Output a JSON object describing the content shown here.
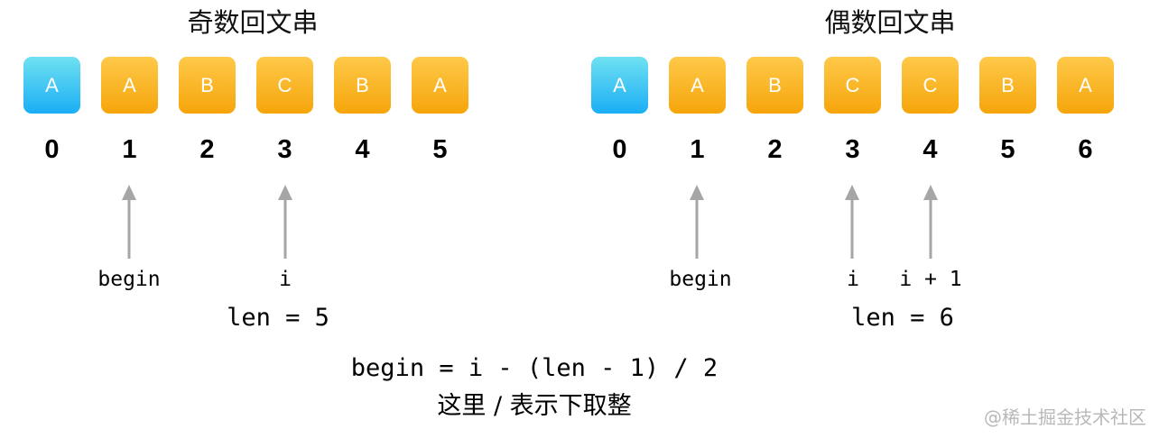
{
  "odd": {
    "title": "奇数回文串",
    "cells": [
      "A",
      "A",
      "B",
      "C",
      "B",
      "A"
    ],
    "highlight_index": 0,
    "indices": [
      "0",
      "1",
      "2",
      "3",
      "4",
      "5"
    ],
    "pointers": {
      "begin": "begin",
      "i": "i"
    },
    "len": "len = 5"
  },
  "even": {
    "title": "偶数回文串",
    "cells": [
      "A",
      "A",
      "B",
      "C",
      "C",
      "B",
      "A"
    ],
    "highlight_index": 0,
    "indices": [
      "0",
      "1",
      "2",
      "3",
      "4",
      "5",
      "6"
    ],
    "pointers": {
      "begin": "begin",
      "i": "i",
      "i_plus_1": "i + 1"
    },
    "len": "len = 6"
  },
  "formula": "begin = i - (len - 1) / 2",
  "note": "这里 / 表示下取整",
  "watermark": "@稀土掘金技术社区",
  "colors": {
    "cell_orange": "#f6a50a",
    "cell_blue": "#1aaef5",
    "arrow": "#a6a6a6"
  }
}
